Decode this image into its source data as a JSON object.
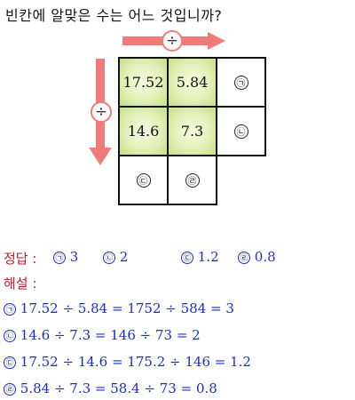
{
  "question": "빈칸에 알맞은 수는 어느 것입니까?",
  "operators": {
    "horizontal": "÷",
    "vertical": "÷"
  },
  "grid": {
    "rows": [
      [
        {
          "text": "17.52",
          "type": "value"
        },
        {
          "text": "5.84",
          "type": "value"
        },
        {
          "text": "㉠",
          "type": "blank"
        }
      ],
      [
        {
          "text": "14.6",
          "type": "value"
        },
        {
          "text": "7.3",
          "type": "value"
        },
        {
          "text": "㉡",
          "type": "blank"
        }
      ],
      [
        {
          "text": "㉢",
          "type": "blank"
        },
        {
          "text": "㉣",
          "type": "blank"
        },
        {
          "text": "",
          "type": "none"
        }
      ]
    ]
  },
  "answer": {
    "label": "정답 :",
    "items": [
      {
        "mark": "㉠",
        "value": "3"
      },
      {
        "mark": "㉡",
        "value": "2"
      },
      {
        "mark": "㉢",
        "value": "1.2"
      },
      {
        "mark": "㉣",
        "value": "0.8"
      }
    ]
  },
  "solution": {
    "label": "해설 :",
    "lines": [
      {
        "mark": "㉠",
        "text": "17.52 ÷ 5.84 = 1752 ÷ 584 = 3"
      },
      {
        "mark": "㉡",
        "text": "14.6 ÷ 7.3 = 146 ÷ 73 = 2"
      },
      {
        "mark": "㉢",
        "text": "17.52 ÷ 14.6 = 175.2 ÷ 146 = 1.2"
      },
      {
        "mark": "㉣",
        "text": "5.84 ÷ 7.3 = 58.4 ÷ 73 = 0.8"
      }
    ]
  },
  "colors": {
    "arrow": "#ef7b7b",
    "answer_text": "#1a2bd6",
    "label_text": "#c21a2a",
    "cell_fill": "#e3f0b8"
  }
}
